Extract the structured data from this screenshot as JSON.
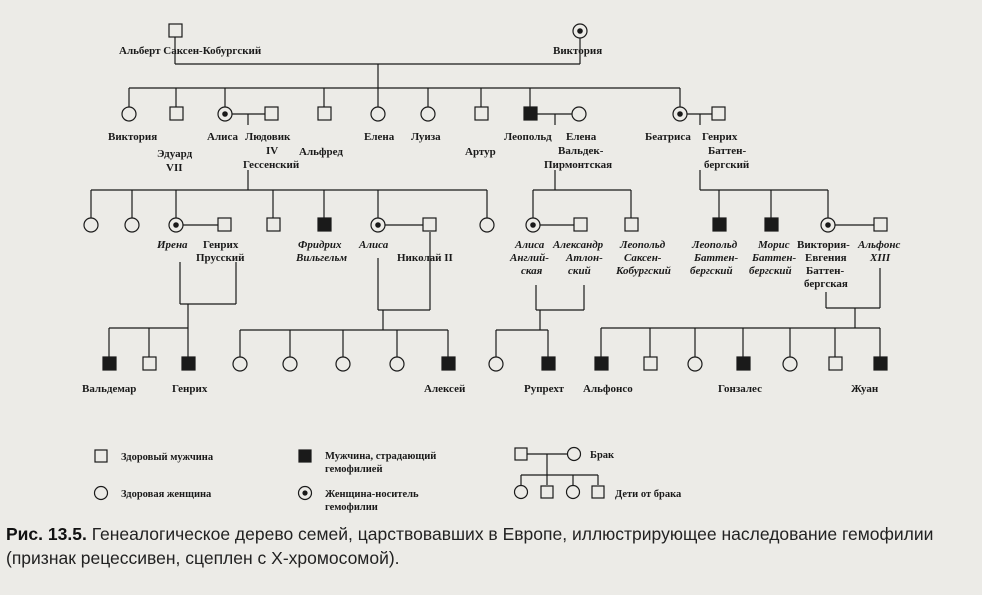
{
  "names": {
    "albert": "Альберт Саксен-Кобургский",
    "victoria_q": "Виктория",
    "victoria": "Виктория",
    "edward": [
      "Эдуард",
      "VII"
    ],
    "alice": "Алиса",
    "ludwig": [
      "Людовик",
      "IV",
      "Гессенский"
    ],
    "alfred": "Альфред",
    "helena": "Елена",
    "louise": "Луиза",
    "arthur": "Артур",
    "leopold": "Леопольд",
    "helena_w": [
      "Елена",
      "Вальдек-",
      "Пирмонтская"
    ],
    "beatrice": "Беатриса",
    "henry_b": [
      "Генрих",
      "Баттен-",
      "бергский"
    ],
    "irene": "Ирена",
    "henry_p": [
      "Генрих",
      "Прусский"
    ],
    "friedrich": [
      "Фридрих",
      "Вильгельм"
    ],
    "alix": "Алиса",
    "nicholas": "Николай II",
    "alice_a": [
      "Алиса",
      "Англий-",
      "ская"
    ],
    "alexander": [
      "Александр",
      "Атлон-",
      "ский"
    ],
    "leopold_s": [
      "Леопольд",
      "Саксен-",
      "Кобургский"
    ],
    "leopold_b": [
      "Леопольд",
      "Баттен-",
      "бергский"
    ],
    "maurice": [
      "Морис",
      "Баттен-",
      "бергский"
    ],
    "ena": [
      "Виктория-",
      "Евгения",
      "Баттен-",
      "бергская"
    ],
    "alfonso13": [
      "Альфонс",
      "XIII"
    ],
    "waldemar": "Вальдемар",
    "heinrich": "Генрих",
    "alexei": "Алексей",
    "rupert": "Рупрехт",
    "alfonso": "Альфонсо",
    "gonzalo": "Гонзалес",
    "juan": "Жуан"
  },
  "legend": {
    "healthy_male": "Здоровый мужчина",
    "healthy_female": "Здоровая женщина",
    "affected_male": [
      "Мужчина, страдающий",
      "гемофилией"
    ],
    "carrier_female": [
      "Женщина-носитель",
      "гемофилии"
    ],
    "marriage": "Брак",
    "children": "Дети от брака"
  },
  "caption": {
    "label": "Рис. 13.5.",
    "text": "Генеалогическое дерево семей, царствовавших в Европе, иллюстрирующее наследование гемофилии (признак рецессивен, сцеплен с Х-хромосомой)."
  },
  "colors": {
    "ink": "#1a1a1a",
    "paper": "#ecebe7"
  }
}
